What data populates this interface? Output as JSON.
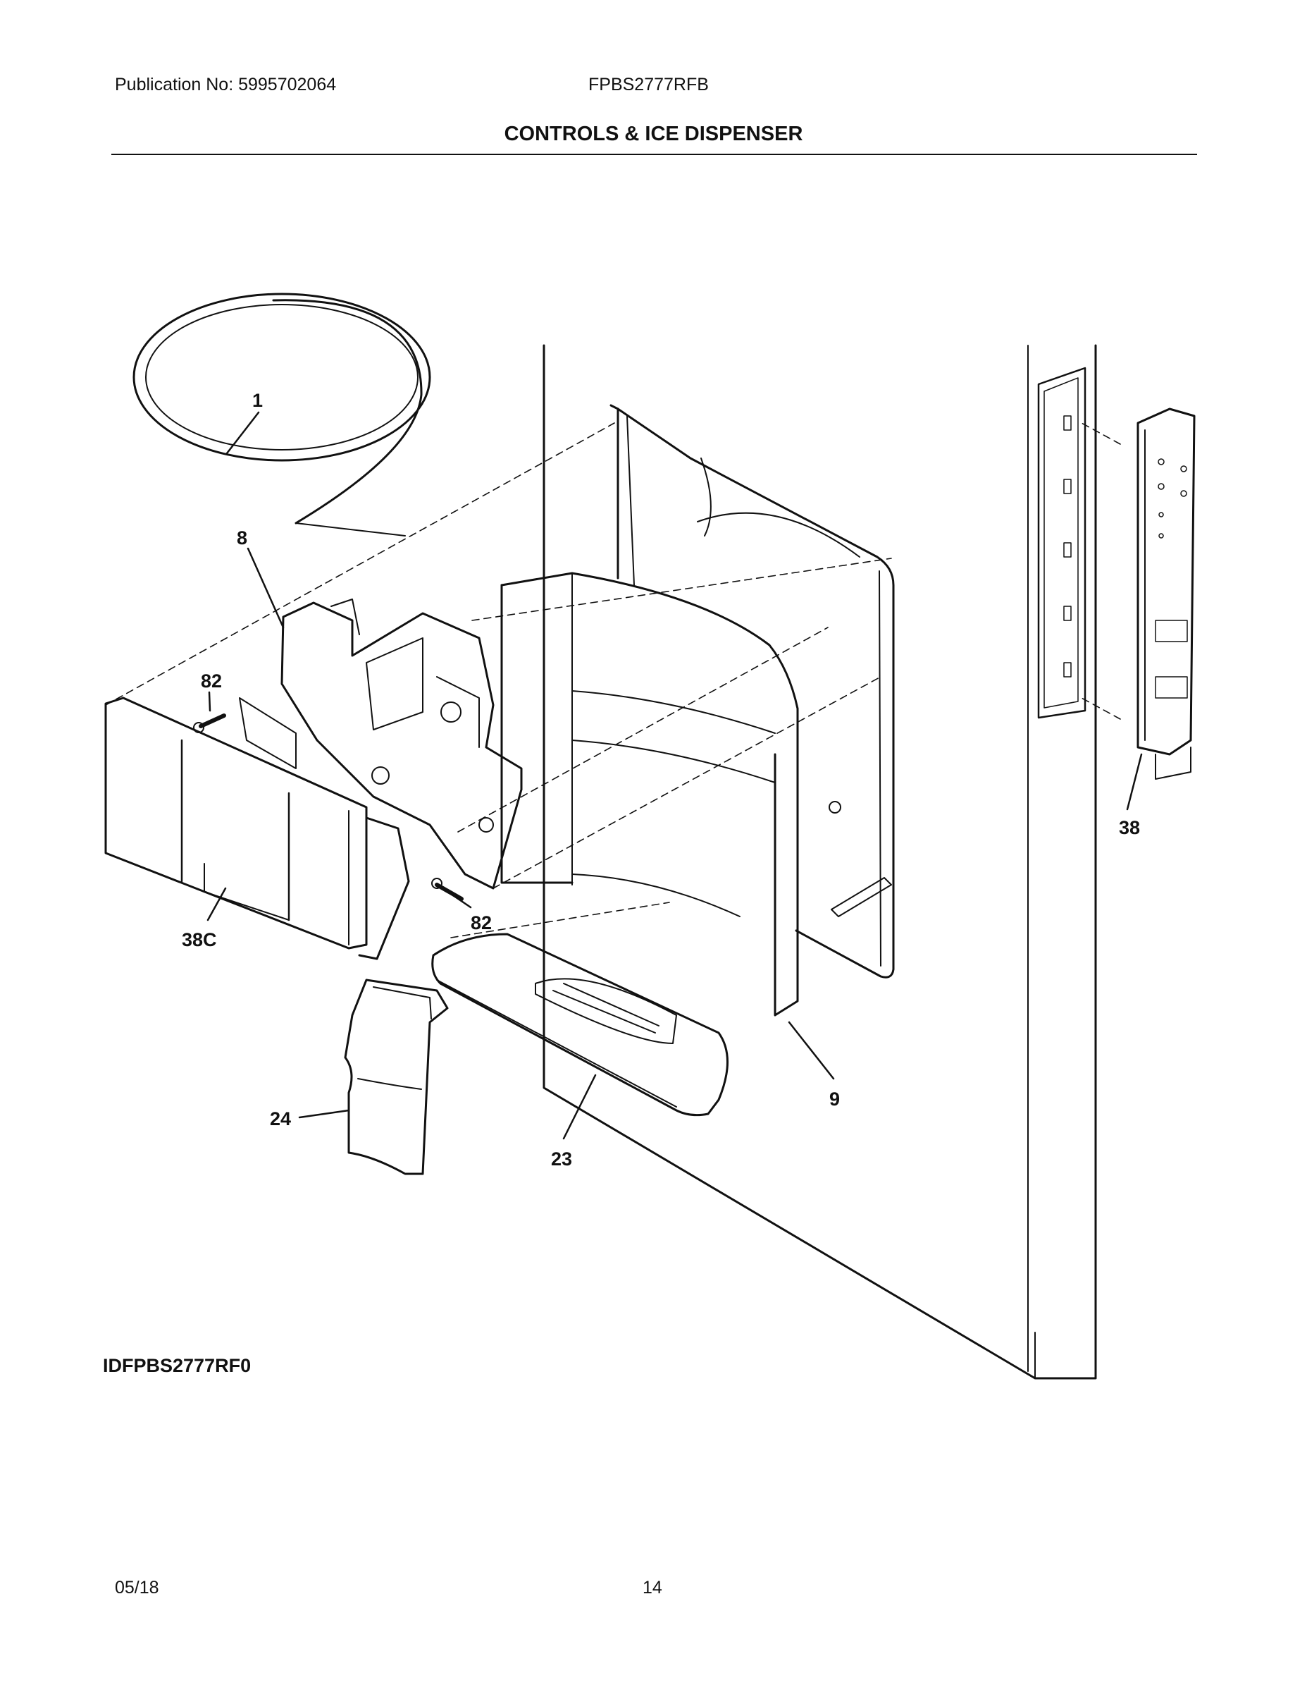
{
  "header": {
    "publication": "Publication No: 5995702064",
    "model": "FPBS2777RFB",
    "title": "CONTROLS & ICE DISPENSER"
  },
  "callouts": {
    "c1": "1",
    "c8": "8",
    "c82a": "82",
    "c82b": "82",
    "c38c": "38C",
    "c24": "24",
    "c23": "23",
    "c9": "9",
    "c38": "38"
  },
  "figure_id": "IDFPBS2777RF0",
  "footer": {
    "date": "05/18",
    "page": "14"
  }
}
